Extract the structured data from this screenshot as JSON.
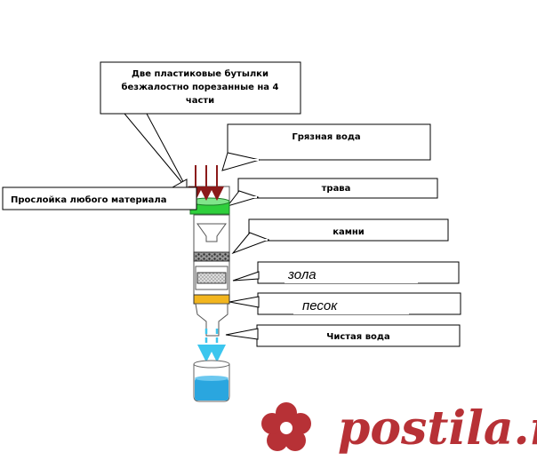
{
  "callouts": {
    "bottles": {
      "line1": "Две пластиковые бутылки",
      "line2": "безжалостно порезанные на 4",
      "line3": "части"
    },
    "dirty_water": "Грязная вода",
    "grass": "трава",
    "stones": "камни",
    "ash": "зола",
    "sand": "песок",
    "clean_water": "Чистая вода",
    "layer": "Прослойка любого материала"
  },
  "watermark": {
    "brand": "postila.ru",
    "flower_icon": "flower-icon",
    "color": "#b4262c"
  },
  "colors": {
    "grass": "#2fcf3c",
    "sand": "#f2b51e",
    "water": "#2aa6df",
    "arrow_red": "#8b1a1a",
    "arrow_blue": "#3cc6ee"
  }
}
